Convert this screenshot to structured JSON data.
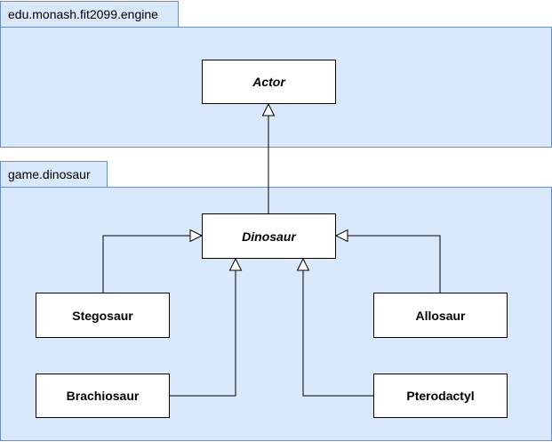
{
  "packages": {
    "engine": {
      "name": "edu.monash.fit2099.engine"
    },
    "dinosaur": {
      "name": "game.dinosaur"
    }
  },
  "classes": {
    "actor": {
      "name": "Actor",
      "abstract": true
    },
    "dinosaur": {
      "name": "Dinosaur",
      "abstract": true
    },
    "stegosaur": {
      "name": "Stegosaur",
      "abstract": false
    },
    "allosaur": {
      "name": "Allosaur",
      "abstract": false
    },
    "brachiosaur": {
      "name": "Brachiosaur",
      "abstract": false
    },
    "pterodactyl": {
      "name": "Pterodactyl",
      "abstract": false
    }
  },
  "relations": [
    {
      "type": "generalization",
      "from": "dinosaur",
      "to": "actor"
    },
    {
      "type": "generalization",
      "from": "stegosaur",
      "to": "dinosaur"
    },
    {
      "type": "generalization",
      "from": "allosaur",
      "to": "dinosaur"
    },
    {
      "type": "generalization",
      "from": "brachiosaur",
      "to": "dinosaur"
    },
    {
      "type": "generalization",
      "from": "pterodactyl",
      "to": "dinosaur"
    }
  ],
  "colors": {
    "package_fill": "#dae8fc",
    "package_stroke": "#6c8ebf",
    "class_fill": "#ffffff",
    "line": "#000000"
  }
}
